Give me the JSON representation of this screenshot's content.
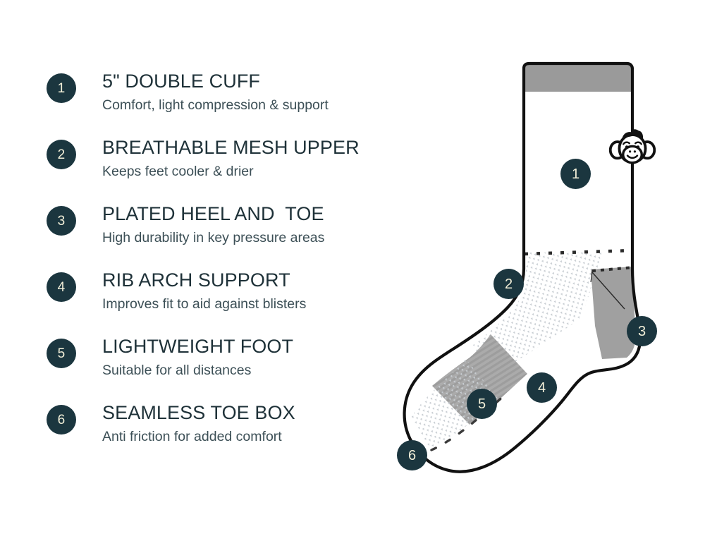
{
  "colors": {
    "badge_bg": "#1b363f",
    "badge_text": "#f3f0d9",
    "title_text": "#1e3138",
    "sub_text": "#3c4f56",
    "outline": "#111111",
    "cuff_gray": "#9a9a9a",
    "heel_gray": "#a0a0a0",
    "rib_gray": "#b0b0b0",
    "mesh_gray": "#c9cdd2",
    "background": "#ffffff"
  },
  "features": [
    {
      "number": "1",
      "title": "5\" DOUBLE CUFF",
      "subtitle": "Comfort, light compression & support"
    },
    {
      "number": "2",
      "title": "BREATHABLE MESH UPPER",
      "subtitle": "Keeps feet cooler & drier"
    },
    {
      "number": "3",
      "title": "PLATED HEEL AND  TOE",
      "subtitle": "High durability in key pressure areas"
    },
    {
      "number": "4",
      "title": "RIB ARCH SUPPORT",
      "subtitle": "Improves fit to aid against blisters"
    },
    {
      "number": "5",
      "title": "LIGHTWEIGHT FOOT",
      "subtitle": "Suitable for all distances"
    },
    {
      "number": "6",
      "title": "SEAMLESS TOE BOX",
      "subtitle": "Anti friction for added comfort"
    }
  ],
  "diagram": {
    "callouts": [
      {
        "number": "1",
        "target": "cuff-region"
      },
      {
        "number": "2",
        "target": "mesh-upper-region"
      },
      {
        "number": "3",
        "target": "plated-heel-region"
      },
      {
        "number": "4",
        "target": "rib-arch-region"
      },
      {
        "number": "5",
        "target": "lightweight-foot-region"
      },
      {
        "number": "6",
        "target": "seamless-toe-box-region"
      }
    ],
    "logo": "monkey-face-logo"
  }
}
